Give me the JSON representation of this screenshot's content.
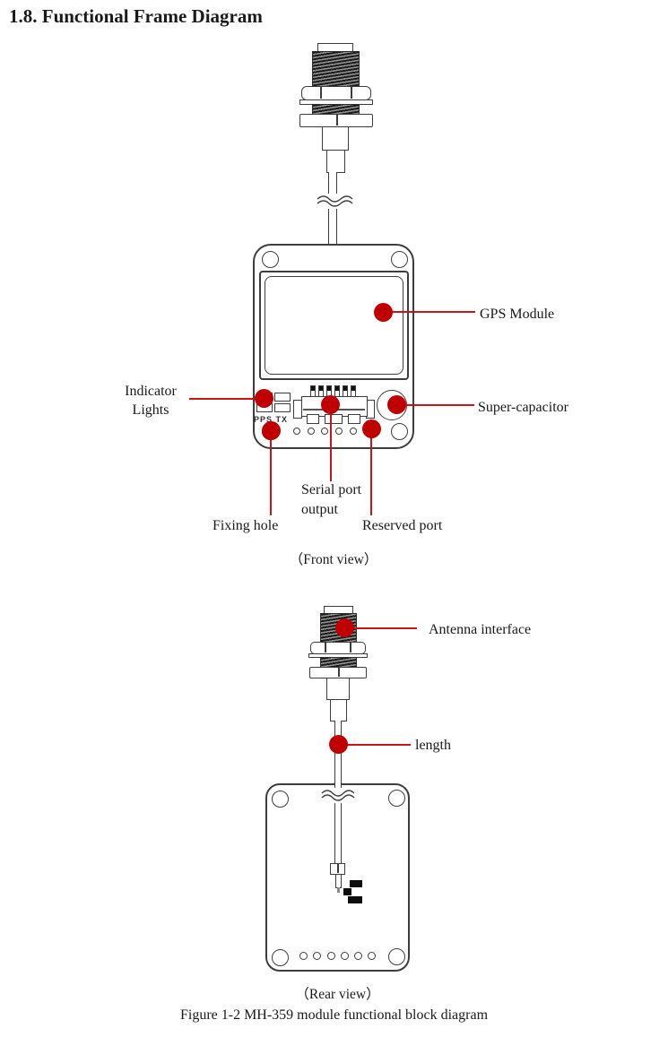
{
  "page": {
    "title": "1.8. Functional Frame Diagram",
    "figure_caption": "Figure 1-2 MH-359 module functional block diagram"
  },
  "front_view": {
    "caption": "（Front view）",
    "silkscreen": "PPS TX",
    "labels": {
      "gps_module": "GPS Module",
      "indicator_lights_line1": "Indicator",
      "indicator_lights_line2": "Lights",
      "super_capacitor": "Super-capacitor",
      "serial_port_line1": "Serial port",
      "serial_port_line2": "output",
      "fixing_hole": "Fixing hole",
      "reserved_port": "Reserved port"
    }
  },
  "rear_view": {
    "caption": "（Rear view）",
    "labels": {
      "antenna_interface": "Antenna interface",
      "length": "length"
    }
  },
  "colors": {
    "callout_dot": "#c00000",
    "callout_line": "#cc1414",
    "drawing_ink": "#3d3d3d"
  }
}
